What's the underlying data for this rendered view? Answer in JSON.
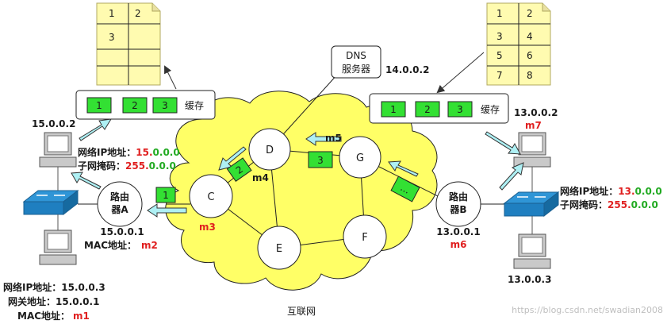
{
  "internet_label": "互联网",
  "dns_server": {
    "label_line1": "DNS",
    "label_line2": "服务器",
    "ip": "14.0.0.2"
  },
  "left_cache_table": {
    "rows": [
      [
        "1",
        "2"
      ],
      [
        "3",
        ""
      ],
      [
        "",
        ""
      ],
      [
        "",
        ""
      ]
    ]
  },
  "right_cache_table": {
    "rows": [
      [
        "1",
        "2"
      ],
      [
        "3",
        "4"
      ],
      [
        "5",
        "6"
      ],
      [
        "7",
        "8"
      ]
    ]
  },
  "left_cache_bar": {
    "items": [
      "1",
      "2",
      "3"
    ],
    "label": "缓存"
  },
  "right_cache_bar": {
    "items": [
      "1",
      "2",
      "3"
    ],
    "label": "缓存"
  },
  "left_host_top": {
    "ip": "15.0.0.2"
  },
  "left_network": {
    "net_label": "网络IP地址：",
    "net_value_red": "15.",
    "net_value_green": "0.0.0",
    "mask_label": "子网掩码：",
    "mask_value_red": "255.",
    "mask_value_green": "0.0.0"
  },
  "router_a": {
    "line1": "路由",
    "line2": "器A",
    "ip": "15.0.0.1",
    "mac_label": "MAC地址：",
    "mac_value": "m2"
  },
  "left_host_bottom": {
    "net_label": "网络IP地址：",
    "net_value": "15.0.0.3",
    "gw_label": "网关地址：",
    "gw_value": "15.0.0.1",
    "mac_label": "MAC地址：",
    "mac_value": "m1"
  },
  "router_b": {
    "line1": "路由",
    "line2": "器B",
    "ip": "13.0.0.1",
    "mac_value": "m6"
  },
  "right_host_top": {
    "ip": "13.0.0.2",
    "mac_value": "m7"
  },
  "right_network": {
    "net_label": "网络IP地址：",
    "net_value_red": "13.",
    "net_value_green": "0.0.0",
    "mask_label": "子网掩码：",
    "mask_value_red": "255.",
    "mask_value_green": "0.0.0"
  },
  "right_host_bottom": {
    "ip": "13.0.0.3"
  },
  "nodes": {
    "C": "C",
    "D": "D",
    "E": "E",
    "F": "F",
    "G": "G"
  },
  "mac_labels": {
    "m3": "m3",
    "m4": "m4",
    "m5": "m5"
  },
  "packets": {
    "p1": "1",
    "p2": "2",
    "p3": "3",
    "p4": "..."
  },
  "watermark": "https://blog.csdn.net/swadian2008",
  "colors": {
    "cloud": "#ffff66",
    "packet": "#33e033",
    "arrow": "#aef0f4",
    "red": "#e02020",
    "green": "#22aa22"
  }
}
